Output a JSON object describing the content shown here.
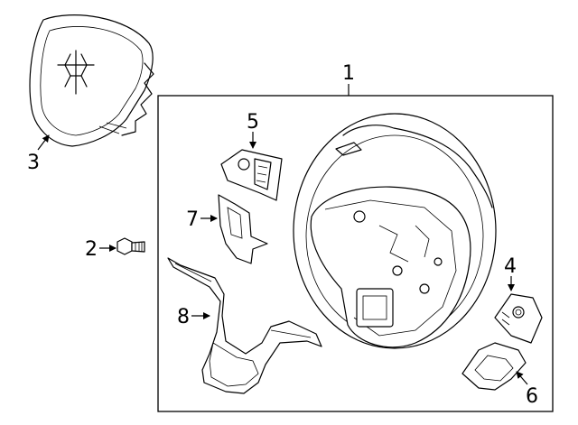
{
  "callouts": [
    {
      "number": "1",
      "part": "steering-wheel"
    },
    {
      "number": "2",
      "part": "bolt"
    },
    {
      "number": "3",
      "part": "airbag-module"
    },
    {
      "number": "4",
      "part": "right-switch"
    },
    {
      "number": "5",
      "part": "left-switch"
    },
    {
      "number": "6",
      "part": "right-switch-housing"
    },
    {
      "number": "7",
      "part": "left-switch-housing"
    },
    {
      "number": "8",
      "part": "lower-trim-cover"
    }
  ]
}
